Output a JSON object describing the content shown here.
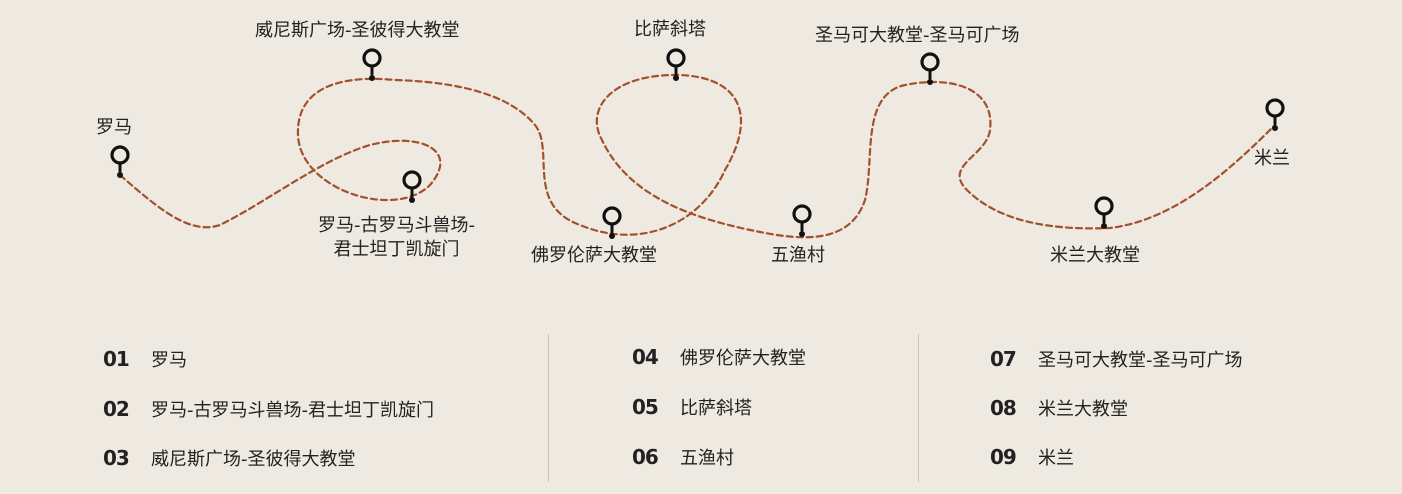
{
  "stops": [
    {
      "label": "罗马",
      "lines": [
        "罗马"
      ]
    },
    {
      "label": "罗马-古罗马斗兽场-君士坦丁凯旋门",
      "lines": [
        "罗马-古罗马斗兽场-",
        "君士坦丁凯旋门"
      ]
    },
    {
      "label": "威尼斯广场-圣彼得大教堂",
      "lines": [
        "威尼斯广场-圣彼得大教堂"
      ]
    },
    {
      "label": "佛罗伦萨大教堂",
      "lines": [
        "佛罗伦萨大教堂"
      ]
    },
    {
      "label": "比萨斜塔",
      "lines": [
        "比萨斜塔"
      ]
    },
    {
      "label": "五渔村",
      "lines": [
        "五渔村"
      ]
    },
    {
      "label": "圣马可大教堂-圣马可广场",
      "lines": [
        "圣马可大教堂-圣马可广场"
      ]
    },
    {
      "label": "米兰大教堂",
      "lines": [
        "米兰大教堂"
      ]
    },
    {
      "label": "米兰",
      "lines": [
        "米兰"
      ]
    }
  ],
  "legend": [
    {
      "number": "01",
      "name": "罗马"
    },
    {
      "number": "02",
      "name": "罗马-古罗马斗兽场-君士坦丁凯旋门"
    },
    {
      "number": "03",
      "name": "威尼斯广场-圣彼得大教堂"
    },
    {
      "number": "04",
      "name": "佛罗伦萨大教堂"
    },
    {
      "number": "05",
      "name": "比萨斜塔"
    },
    {
      "number": "06",
      "name": "五渔村"
    },
    {
      "number": "07",
      "name": "圣马可大教堂-圣马可广场"
    },
    {
      "number": "08",
      "name": "米兰大教堂"
    },
    {
      "number": "09",
      "name": "米兰"
    }
  ],
  "colors": {
    "route": "#a4502d",
    "pin": "#111111",
    "background": "#eeeae1"
  },
  "icons": {
    "pin": "map-pin-icon"
  }
}
